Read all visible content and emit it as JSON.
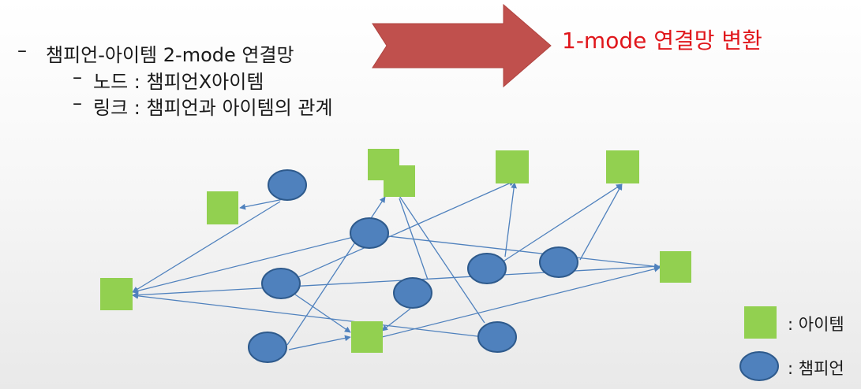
{
  "bullets": {
    "main": "챔피언-아이템 2-mode 연결망",
    "node_desc": "노드 : 챔피언X아이템",
    "link_desc": "링크 : 챔피언과 아이템의 관계",
    "dash": "–"
  },
  "arrow_label": "1-mode 연결망 변환",
  "legend": {
    "item_label": ": 아이템",
    "champion_label": ": 챔피언"
  },
  "colors": {
    "item": "#92d050",
    "champion": "#4f81bd",
    "champion_stroke": "#2e5a8c",
    "edge": "#4f81bd",
    "arrow_fill": "#c0504d",
    "title_red": "#e0161b"
  },
  "network": {
    "items": [
      "i1",
      "i2",
      "i3",
      "i4",
      "i5",
      "i6",
      "i7",
      "i8"
    ],
    "champions": [
      "c1",
      "c2",
      "c3",
      "c4",
      "c5",
      "c6",
      "c7",
      "c8",
      "c9"
    ],
    "edges": [
      [
        "c1",
        "i1"
      ],
      [
        "c1",
        "i2"
      ],
      [
        "c2",
        "i1"
      ],
      [
        "c2",
        "i5"
      ],
      [
        "c2",
        "i6"
      ],
      [
        "c3",
        "i4"
      ],
      [
        "c3",
        "i5"
      ],
      [
        "c4",
        "i3"
      ],
      [
        "c4",
        "i6"
      ],
      [
        "c5",
        "i3"
      ],
      [
        "c5",
        "i7"
      ],
      [
        "c6",
        "i8"
      ],
      [
        "c6",
        "i4"
      ],
      [
        "c7",
        "i2"
      ],
      [
        "c7",
        "i8"
      ],
      [
        "c8",
        "i4"
      ],
      [
        "c8",
        "i5"
      ],
      [
        "c9",
        "i2"
      ],
      [
        "c9",
        "i2b"
      ]
    ]
  }
}
